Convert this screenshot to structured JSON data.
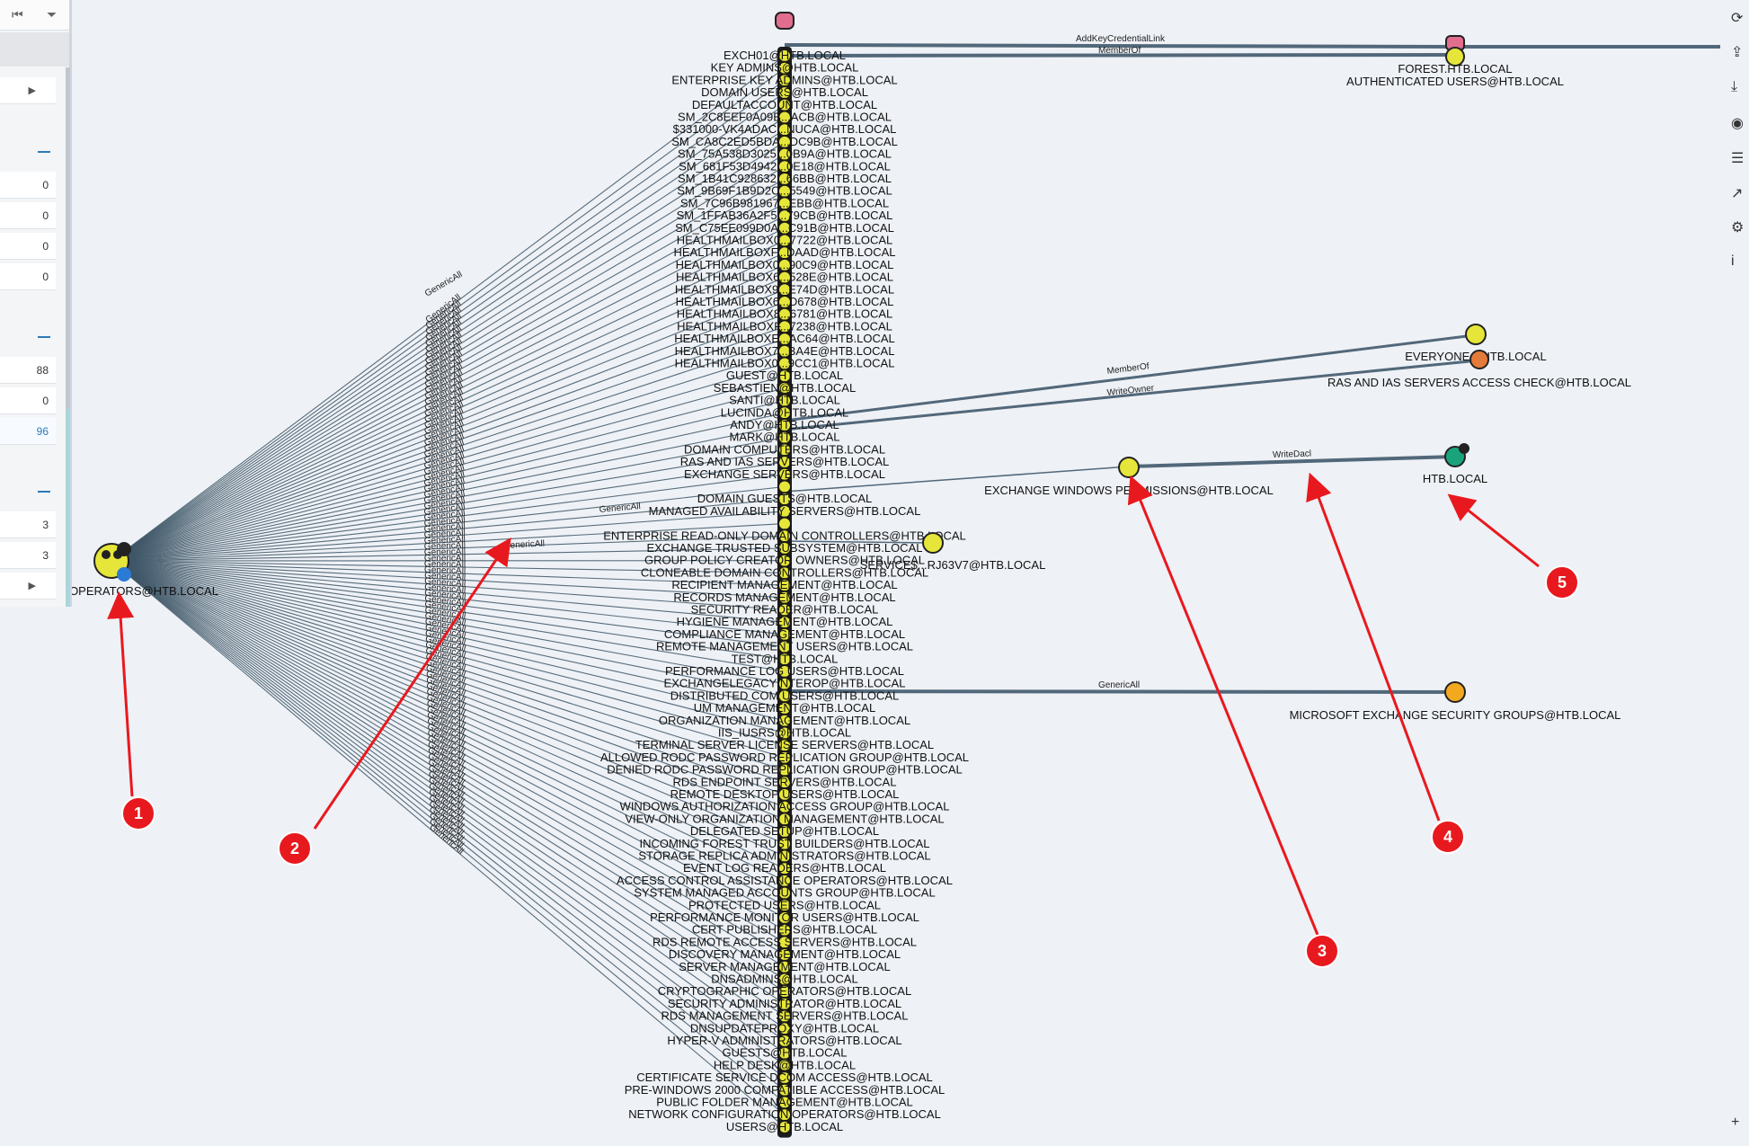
{
  "left_panel": {
    "top_icons": [
      "first-page-icon",
      "filter-icon"
    ],
    "sections": [
      {
        "rows": [
          "0",
          "0",
          "0",
          "0"
        ]
      },
      {
        "rows": [
          "88",
          "0",
          "96"
        ],
        "active_index": 2
      },
      {
        "rows": [
          "3",
          "3"
        ]
      }
    ]
  },
  "right_toolbar": {
    "icons": [
      "refresh-icon",
      "upload-icon",
      "download-icon",
      "target-icon",
      "list-icon",
      "chart-icon",
      "settings-icon",
      "info-icon",
      "plus-icon"
    ]
  },
  "graph": {
    "source": {
      "label": "OPERATORS@HTB.LOCAL",
      "icon": "group-icon"
    },
    "column_nodes": [
      "EXCH01@HTB.LOCAL",
      "KEY ADMINS@HTB.LOCAL",
      "ENTERPRISE KEY ADMINS@HTB.LOCAL",
      "DOMAIN USERS@HTB.LOCAL",
      "DEFAULTACCOUNT@HTB.LOCAL",
      "SM_2C8EEF0A09B...ACB@HTB.LOCAL",
      "$331000-VK4ADAC...NUCA@HTB.LOCAL",
      "SM_CA8C2ED5BDA...DC9B@HTB.LOCAL",
      "SM_75A538D3025...0B9A@HTB.LOCAL",
      "SM_681F53D4942...0E18@HTB.LOCAL",
      "SM_1B41C928632...66BB@HTB.LOCAL",
      "SM_9B69F1B9D2C...5549@HTB.LOCAL",
      "SM_7C96B981967...EBB@HTB.LOCAL",
      "SM_1FFAB36A2F5...79CB@HTB.LOCAL",
      "SM_C75EE099D0A...C91B@HTB.LOCAL",
      "HEALTHMAILBOX0...7722@HTB.LOCAL",
      "HEALTHMAILBOXF...DAAD@HTB.LOCAL",
      "HEALTHMAILBOX0...90C9@HTB.LOCAL",
      "HEALTHMAILBOX6...528E@HTB.LOCAL",
      "HEALTHMAILBOX9...E74D@HTB.LOCAL",
      "HEALTHMAILBOX6...D678@HTB.LOCAL",
      "HEALTHMAILBOX8...6781@HTB.LOCAL",
      "HEALTHMAILBOXF...7238@HTB.LOCAL",
      "HEALTHMAILBOXE...AC64@HTB.LOCAL",
      "HEALTHMAILBOX7...BA4E@HTB.LOCAL",
      "HEALTHMAILBOX0...9CC1@HTB.LOCAL",
      "GUEST@HTB.LOCAL",
      "SEBASTIEN@HTB.LOCAL",
      "SANTI@HTB.LOCAL",
      "LUCINDA@HTB.LOCAL",
      "ANDY@HTB.LOCAL",
      "MARK@HTB.LOCAL",
      "DOMAIN COMPUTERS@HTB.LOCAL",
      "RAS AND IAS SERVERS@HTB.LOCAL",
      "EXCHANGE SERVERS@HTB.LOCAL",
      "",
      "DOMAIN GUESTS@HTB.LOCAL",
      "MANAGED AVAILABILITY SERVERS@HTB.LOCAL",
      "",
      "ENTERPRISE READ-ONLY DOMAIN CONTROLLERS@HTB.LOCAL",
      "EXCHANGE TRUSTED SUBSYSTEM@HTB.LOCAL",
      "GROUP POLICY CREATOR OWNERS@HTB.LOCAL",
      "CLONEABLE DOMAIN CONTROLLERS@HTB.LOCAL",
      "RECIPIENT MANAGEMENT@HTB.LOCAL",
      "RECORDS MANAGEMENT@HTB.LOCAL",
      "SECURITY READER@HTB.LOCAL",
      "HYGIENE MANAGEMENT@HTB.LOCAL",
      "COMPLIANCE MANAGEMENT@HTB.LOCAL",
      "REMOTE MANAGEMENT USERS@HTB.LOCAL",
      "TEST@HTB.LOCAL",
      "PERFORMANCE LOG USERS@HTB.LOCAL",
      "EXCHANGELEGACYINTEROP@HTB.LOCAL",
      "DISTRIBUTED COM USERS@HTB.LOCAL",
      "UM MANAGEMENT@HTB.LOCAL",
      "ORGANIZATION MANAGEMENT@HTB.LOCAL",
      "IIS_IUSRS@HTB.LOCAL",
      "TERMINAL SERVER LICENSE SERVERS@HTB.LOCAL",
      "ALLOWED RODC PASSWORD REPLICATION GROUP@HTB.LOCAL",
      "DENIED RODC PASSWORD REPLICATION GROUP@HTB.LOCAL",
      "RDS ENDPOINT SERVERS@HTB.LOCAL",
      "REMOTE DESKTOP USERS@HTB.LOCAL",
      "WINDOWS AUTHORIZATION ACCESS GROUP@HTB.LOCAL",
      "VIEW-ONLY ORGANIZATION MANAGEMENT@HTB.LOCAL",
      "DELEGATED SETUP@HTB.LOCAL",
      "INCOMING FOREST TRUST BUILDERS@HTB.LOCAL",
      "STORAGE REPLICA ADMINISTRATORS@HTB.LOCAL",
      "EVENT LOG READERS@HTB.LOCAL",
      "ACCESS CONTROL ASSISTANCE OPERATORS@HTB.LOCAL",
      "SYSTEM MANAGED ACCOUNTS GROUP@HTB.LOCAL",
      "PROTECTED USERS@HTB.LOCAL",
      "PERFORMANCE MONITOR USERS@HTB.LOCAL",
      "CERT PUBLISHERS@HTB.LOCAL",
      "RDS REMOTE ACCESS SERVERS@HTB.LOCAL",
      "DISCOVERY MANAGEMENT@HTB.LOCAL",
      "SERVER MANAGEMENT@HTB.LOCAL",
      "DNSADMINS@HTB.LOCAL",
      "CRYPTOGRAPHIC OPERATORS@HTB.LOCAL",
      "SECURITY ADMINISTRATOR@HTB.LOCAL",
      "RDS MANAGEMENT SERVERS@HTB.LOCAL",
      "DNSUPDATEPROXY@HTB.LOCAL",
      "HYPER-V ADMINISTRATORS@HTB.LOCAL",
      "GUESTS@HTB.LOCAL",
      "HELP DESK@HTB.LOCAL",
      "CERTIFICATE SERVICE DCOM ACCESS@HTB.LOCAL",
      "PRE-WINDOWS 2000 COMPATIBLE ACCESS@HTB.LOCAL",
      "PUBLIC FOLDER MANAGEMENT@HTB.LOCAL",
      "NETWORK CONFIGURATION OPERATORS@HTB.LOCAL",
      "USERS@HTB.LOCAL"
    ],
    "svc_label": "SERVICE$...RJ63V7@HTB.LOCAL",
    "right_nodes": {
      "forest": "FOREST.HTB.LOCAL",
      "auth_users": "AUTHENTICATED USERS@HTB.LOCAL",
      "everyone": "EVERYONE@HTB.LOCAL",
      "ras_check": "RAS AND IAS SERVERS ACCESS CHECK@HTB.LOCAL",
      "ewp": "EXCHANGE WINDOWS PERMISSIONS@HTB.LOCAL",
      "htb": "HTB.LOCAL",
      "mesg": "MICROSOFT EXCHANGE SECURITY GROUPS@HTB.LOCAL"
    },
    "edge_labels": {
      "add_key": "AddKeyCredentialLink",
      "member_of_top": "MemberOf",
      "member_of_mid": "MemberOf",
      "write_owner": "WriteOwner",
      "write_dacl": "WriteDacl",
      "generic_all_mesg": "GenericAll",
      "generic_all_a": "GenericAll",
      "generic_all_b": "GenericAll",
      "generic_all_c": "GenericAll"
    },
    "colors": {
      "edge": "#3d5566",
      "node_yellow": "#e6e63a",
      "arrow": "#e8191e",
      "bg": "#eef1f6"
    }
  },
  "annotations": [
    "1",
    "2",
    "3",
    "4",
    "5"
  ]
}
